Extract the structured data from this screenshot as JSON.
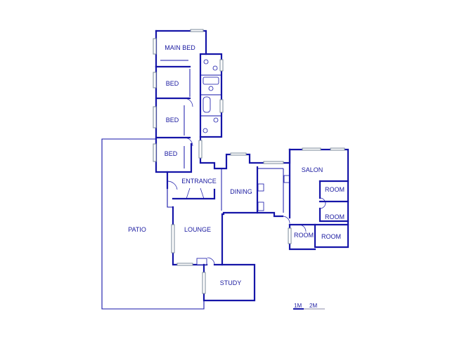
{
  "rooms": {
    "main_bed": "MAIN BED",
    "bed_1": "BED",
    "bed_2": "BED",
    "bed_3": "BED",
    "entrance": "ENTRANCE",
    "dining": "DINING",
    "salon": "SALON",
    "room_1": "ROOM",
    "room_2": "ROOM",
    "room_3": "ROOM",
    "room_4": "ROOM",
    "patio": "PATIO",
    "lounge": "LOUNGE",
    "study": "STUDY"
  },
  "scale": {
    "label_1m": "1M",
    "label_2m": "2M"
  },
  "colors": {
    "wall": "#1515a8",
    "window": "#7a8a9a"
  }
}
